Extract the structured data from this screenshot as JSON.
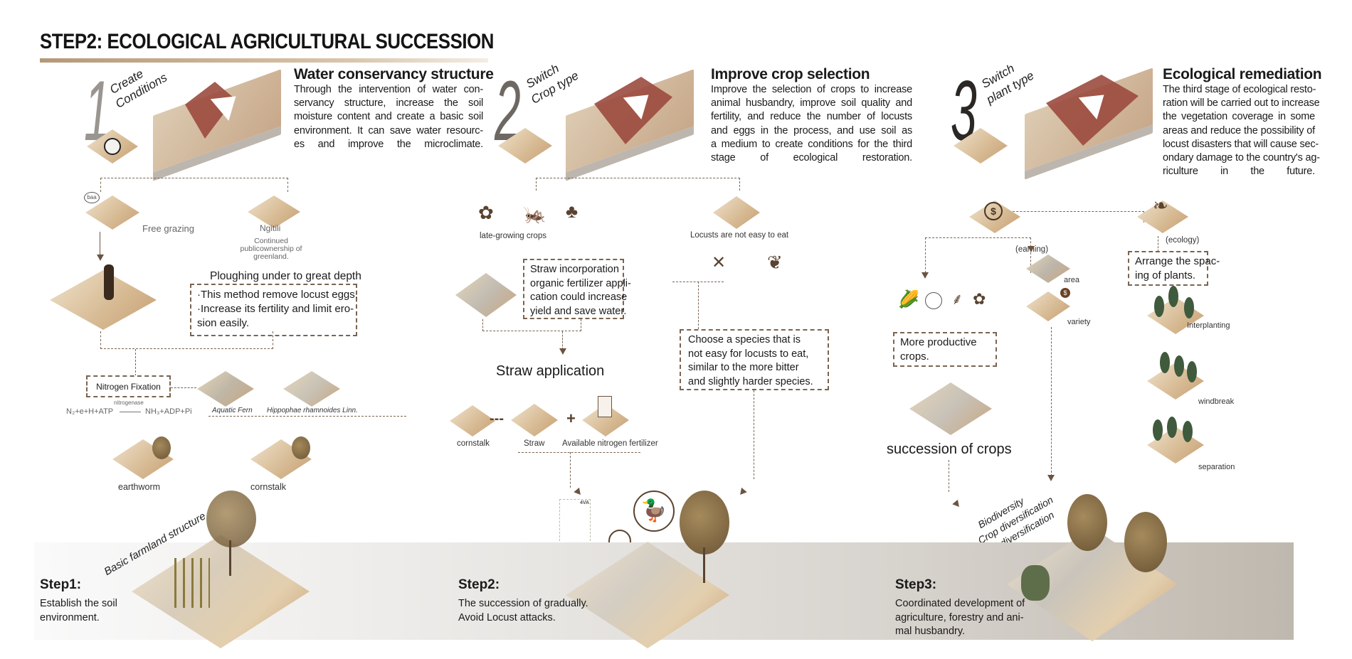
{
  "title": "STEP2: ECOLOGICAL AGRICULTURAL SUCCESSION",
  "stages": [
    {
      "number": "1",
      "tag_line1": "Create",
      "tag_line2": "Conditions",
      "heading": "Water conservancy structure",
      "body": [
        "Through the intervention of water con-",
        "servancy structure, increase the soil",
        "moisture content and create a basic soil",
        "environment. It can save water resourc-",
        "es and improve the microclimate."
      ]
    },
    {
      "number": "2",
      "tag_line1": "Switch",
      "tag_line2": "Crop type",
      "heading": "Improve crop selection",
      "body": [
        "Improve the selection of crops to increase",
        "animal husbandry, improve soil quality and",
        "fertility, and reduce the number of locusts",
        "and eggs in the process, and use soil as",
        "a medium to create conditions for the third",
        "stage of ecological restoration."
      ]
    },
    {
      "number": "3",
      "tag_line1": "Switch",
      "tag_line2": "plant type",
      "heading": "Ecological remediation",
      "body": [
        "The third stage of ecological resto-",
        "ration will be carried out to increase",
        "the vegetation coverage in some",
        "areas and reduce the possibility of",
        "locust disasters that will cause sec-",
        "ondary damage to the country's ag-",
        "riculture in the future."
      ]
    }
  ],
  "col1": {
    "baa": "baa",
    "free_grazing": "Free grazing",
    "ngitili": "Ngitili",
    "ngitili_note": [
      "Continued public",
      "ownership of green",
      "land."
    ],
    "ploughing_title": "Ploughing under to great depth",
    "ploughing_box": [
      "·This method  remove locust eggs.",
      "·Increase its fertility and limit ero-",
      " sion easily."
    ],
    "nitrogen": "Nitrogen Fixation",
    "formula_left": "N₂+e+H+ATP",
    "formula_enzyme": "nitrogenase",
    "formula_right": "NH₃+ADP+Pi",
    "aquatic_fern": "Aquatic Fern",
    "hippophae": "Hippophae rhamnoides Linn.",
    "earthworm": "earthworm",
    "cornstalk": "cornstalk"
  },
  "col2": {
    "late_crops": "late-growing crops",
    "locusts_not_easy": "Locusts are not easy to eat",
    "straw_box": [
      "Straw incorporation",
      "organic fertilizer appli-",
      "cation could increase",
      "yield and save water."
    ],
    "straw_application": "Straw application",
    "species_box": [
      "Choose a species that is",
      "not easy for locusts to eat,",
      "similar to the more bitter",
      "and slightly harder species."
    ],
    "cornstalk": "cornstalk",
    "straw": "Straw",
    "fertilizer": "Available nitrogen fertilizer",
    "dashes": "---",
    "plus": "+",
    "molecule_label": "4VA"
  },
  "col3": {
    "earning": "(earning)",
    "ecology": "(ecology)",
    "area": "area",
    "variety": "variety",
    "productive_box": [
      "More productive",
      "crops."
    ],
    "arrange_box": [
      "Arrange the spac-",
      "ing of plants."
    ],
    "interplanting": "Interplanting",
    "windbreak": "windbreak",
    "separation": "separation",
    "succession": "succession of crops",
    "diversity": [
      "Biodiversity",
      "Crop diversification",
      "Plant diversification"
    ]
  },
  "steps": [
    {
      "heading": "Step1:",
      "text": [
        "Establish the soil",
        "environment."
      ],
      "tag": "Basic farmland structure"
    },
    {
      "heading": "Step2:",
      "text": [
        "The succession of gradually.",
        "Avoid Locust attacks."
      ]
    },
    {
      "heading": "Step3:",
      "text": [
        "Coordinated development of",
        "agriculture, forestry and ani-",
        "mal husbandry."
      ]
    }
  ],
  "colors": {
    "accent": "#7a6450",
    "soil": "#d6b992",
    "brick": "#9b4a3e"
  }
}
